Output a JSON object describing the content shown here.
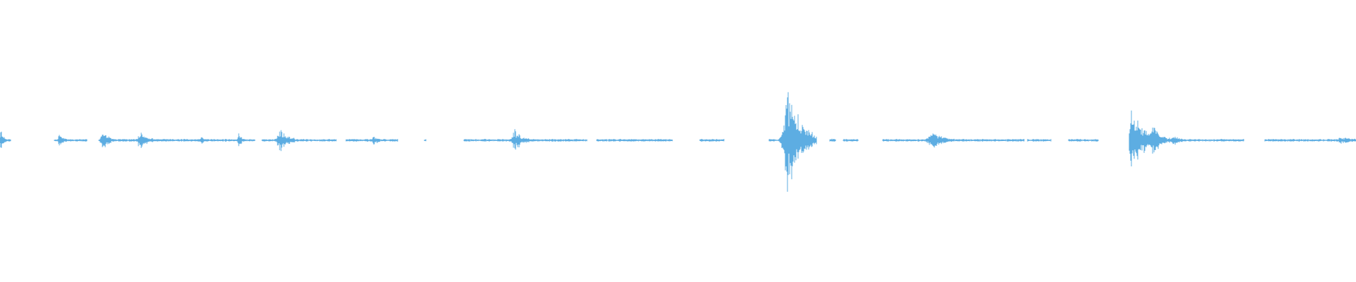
{
  "waveform": {
    "color": "#5dade2",
    "background": "#ffffff",
    "baseline_amplitude": 0.012,
    "segments": [
      {
        "start": 0.0,
        "end": 0.008
      },
      {
        "start": 0.04,
        "end": 0.064
      },
      {
        "start": 0.073,
        "end": 0.188
      },
      {
        "start": 0.193,
        "end": 0.248
      },
      {
        "start": 0.255,
        "end": 0.293
      },
      {
        "start": 0.313,
        "end": 0.313
      },
      {
        "start": 0.342,
        "end": 0.433
      },
      {
        "start": 0.44,
        "end": 0.496
      },
      {
        "start": 0.516,
        "end": 0.534
      },
      {
        "start": 0.567,
        "end": 0.602
      },
      {
        "start": 0.612,
        "end": 0.616
      },
      {
        "start": 0.622,
        "end": 0.633
      },
      {
        "start": 0.651,
        "end": 0.755
      },
      {
        "start": 0.758,
        "end": 0.775
      },
      {
        "start": 0.788,
        "end": 0.81
      },
      {
        "start": 0.833,
        "end": 0.917
      },
      {
        "start": 0.933,
        "end": 1.0
      }
    ],
    "bursts": [
      {
        "pos": 0.001,
        "amp": 0.1,
        "width": 0.002
      },
      {
        "pos": 0.044,
        "amp": 0.09,
        "width": 0.002
      },
      {
        "pos": 0.076,
        "amp": 0.09,
        "width": 0.004
      },
      {
        "pos": 0.104,
        "amp": 0.08,
        "width": 0.006
      },
      {
        "pos": 0.149,
        "amp": 0.05,
        "width": 0.002
      },
      {
        "pos": 0.176,
        "amp": 0.08,
        "width": 0.002
      },
      {
        "pos": 0.207,
        "amp": 0.1,
        "width": 0.006
      },
      {
        "pos": 0.276,
        "amp": 0.04,
        "width": 0.004
      },
      {
        "pos": 0.38,
        "amp": 0.1,
        "width": 0.005
      },
      {
        "pos": 0.428,
        "amp": 0.01,
        "width": 0.001
      },
      {
        "pos": 0.582,
        "amp": 0.5,
        "width": 0.008
      },
      {
        "pos": 0.688,
        "amp": 0.08,
        "width": 0.008
      },
      {
        "pos": 0.835,
        "amp": 0.26,
        "width": 0.01
      },
      {
        "pos": 0.851,
        "amp": 0.18,
        "width": 0.004
      },
      {
        "pos": 0.865,
        "amp": 0.05,
        "width": 0.006
      },
      {
        "pos": 0.99,
        "amp": 0.03,
        "width": 0.01
      }
    ]
  }
}
